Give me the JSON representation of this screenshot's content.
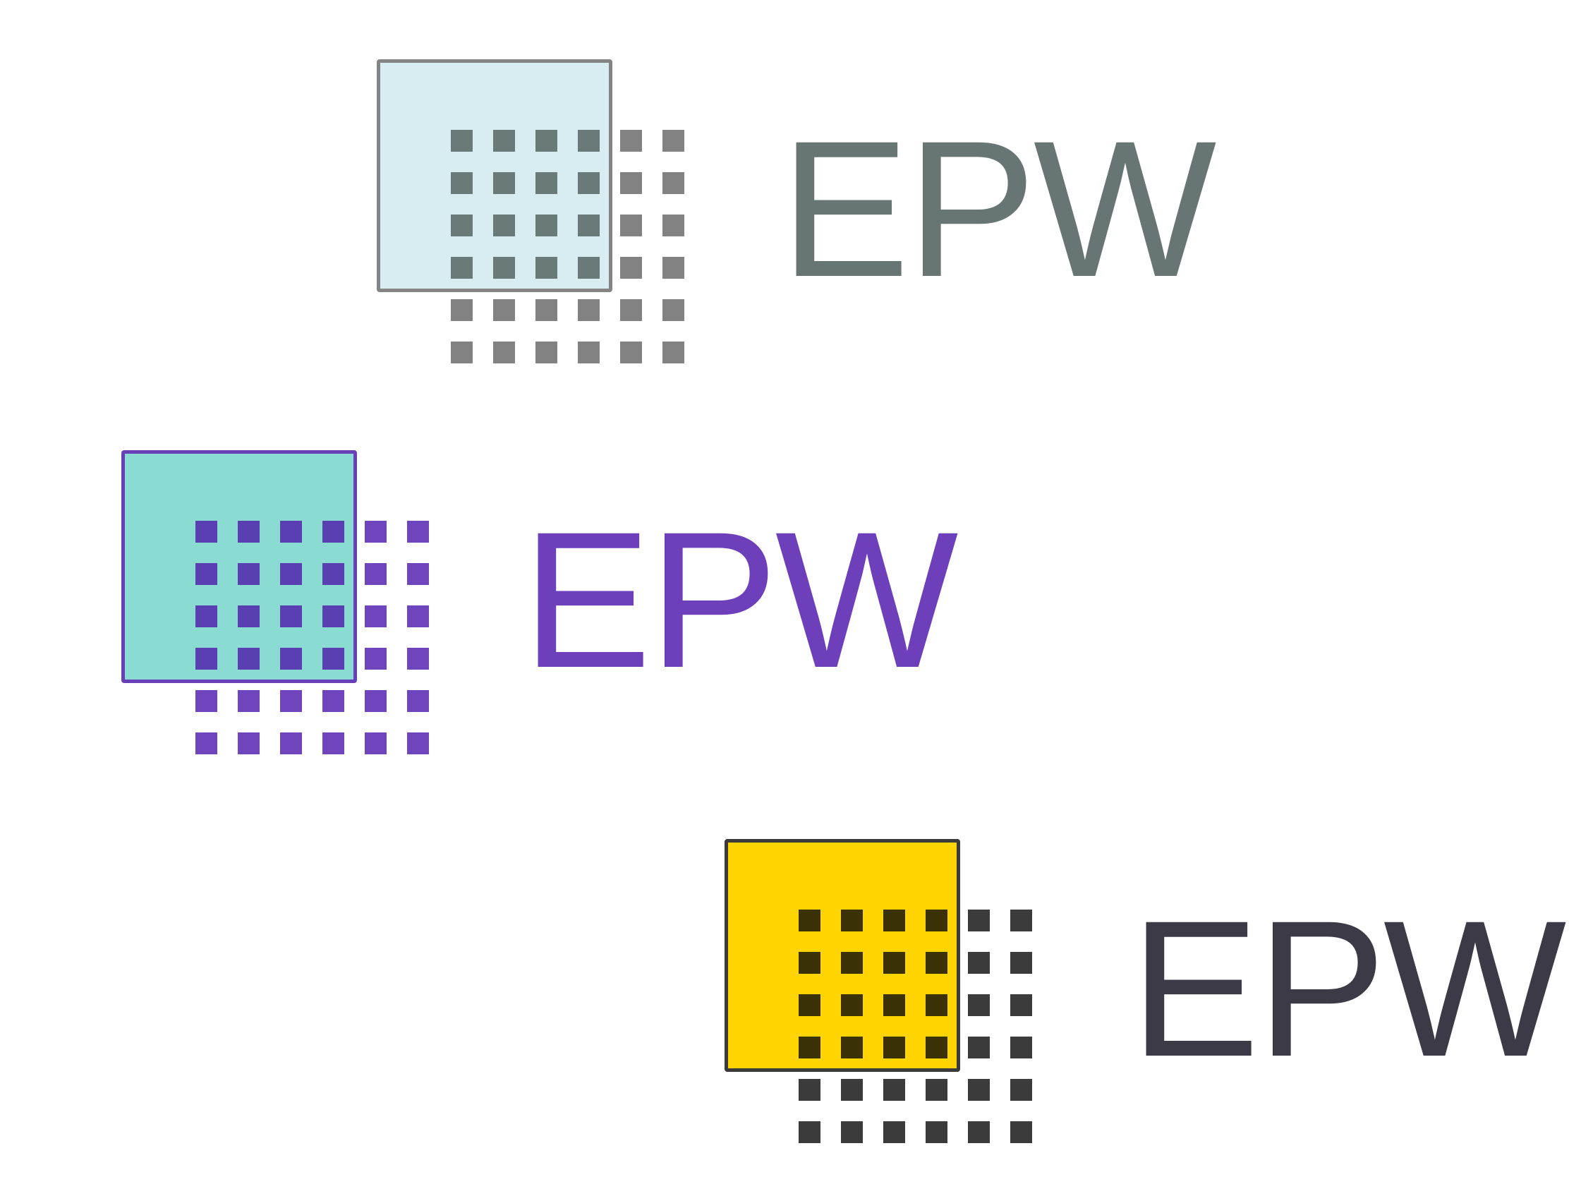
{
  "logos": [
    {
      "text": "EPW",
      "box_fill": "#d8edf1",
      "box_border": "#848484",
      "dot_inside_color": "#6a7a78",
      "dot_outside_color": "#828282",
      "text_color": "#677574"
    },
    {
      "text": "EPW",
      "box_fill": "#8adcd2",
      "box_border": "#673fb6",
      "dot_inside_color": "#5a3fb2",
      "dot_outside_color": "#7044bc",
      "text_color": "#6d3fbb"
    },
    {
      "text": "EPW",
      "box_fill": "#ffd400",
      "box_border": "#3a3a3a",
      "dot_inside_color": "#3a3206",
      "dot_outside_color": "#3b3b3b",
      "text_color": "#3c3a47"
    }
  ]
}
